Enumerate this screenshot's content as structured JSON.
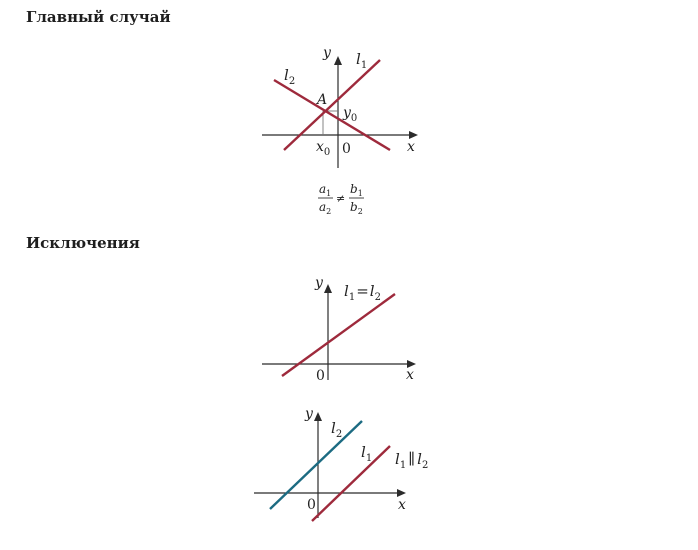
{
  "headings": {
    "main": "Главный случай",
    "exceptions": "Исключения"
  },
  "colors": {
    "line_red": "#9e2a3c",
    "line_teal": "#1c6b82",
    "axis": "#2b2b2b"
  },
  "fig1": {
    "x_axis": "x",
    "y_axis": "y",
    "origin": "0",
    "line1": "l",
    "line1_sub": "1",
    "line2": "l",
    "line2_sub": "2",
    "point": "A",
    "x0": "x",
    "x0_sub": "0",
    "y0": "y",
    "y0_sub": "0"
  },
  "formula": {
    "a1": "a",
    "a1_sub": "1",
    "a2": "a",
    "a2_sub": "2",
    "neq": "≠",
    "b1": "b",
    "b1_sub": "1",
    "b2": "b",
    "b2_sub": "2"
  },
  "fig2": {
    "x_axis": "x",
    "y_axis": "y",
    "origin": "0",
    "l1": "l",
    "l1_sub": "1",
    "eq": "=",
    "l2": "l",
    "l2_sub": "2"
  },
  "fig3": {
    "x_axis": "x",
    "y_axis": "y",
    "origin": "0",
    "line_teal": "l",
    "line_teal_sub": "2",
    "line_red": "l",
    "line_red_sub": "1",
    "rel_l1": "l",
    "rel_l1_sub": "1",
    "par": "∥",
    "rel_l2": "l",
    "rel_l2_sub": "2"
  }
}
